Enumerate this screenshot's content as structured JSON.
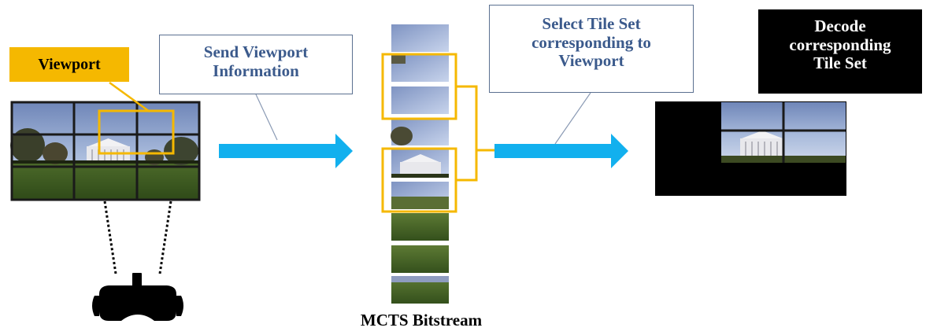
{
  "labels": {
    "viewport": "Viewport",
    "send_line1": "Send Viewport",
    "send_line2": "Information",
    "select_line1": "Select Tile Set",
    "select_line2": "corresponding to",
    "select_line3": "Viewport",
    "decode_line1": "Decode",
    "decode_line2": "corresponding",
    "decode_line3": "Tile Set",
    "bitstream": "MCTS Bitstream"
  },
  "colors": {
    "highlight": "#f5b800",
    "arrow": "#12b0ee",
    "text_blue": "#3b5a8c",
    "callout_border": "#5b7090",
    "grid_line": "#1a1a1a",
    "black": "#000000"
  },
  "icons": {
    "headset": "vr-headset-icon"
  }
}
